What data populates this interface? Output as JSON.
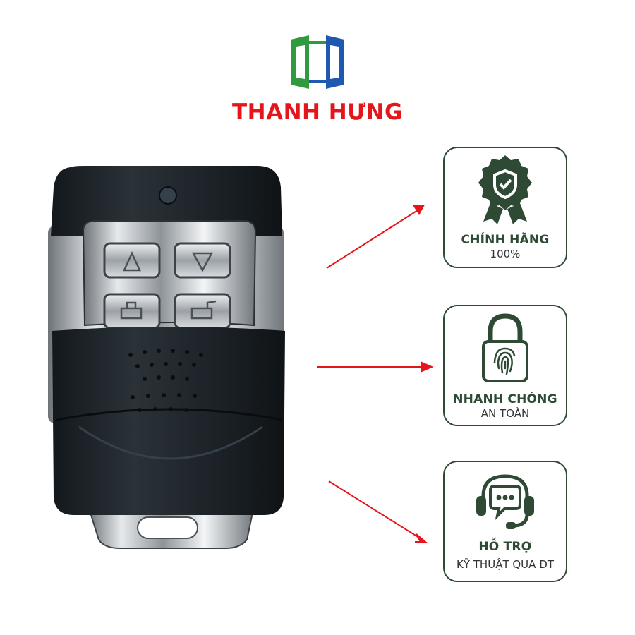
{
  "brand": {
    "name": "THANH HƯNG",
    "name_color": "#e4161b",
    "logo_green": "#2f9a3e",
    "logo_blue": "#1f58b0"
  },
  "product": {
    "name": "remote-control",
    "body_color": "#1a2025"
  },
  "features": [
    {
      "icon": "verified-badge-icon",
      "title": "CHÍNH HÃNG",
      "subtitle": "100%"
    },
    {
      "icon": "fingerprint-lock-icon",
      "title": "NHANH CHÓNG",
      "subtitle": "AN TOÀN"
    },
    {
      "icon": "support-headset-icon",
      "title": "HỖ TRỢ",
      "subtitle": "KỸ THUẬT QUA ĐT"
    }
  ],
  "colors": {
    "accent": "#2e4a34",
    "arrow": "#e4161b",
    "text": "#333333"
  }
}
